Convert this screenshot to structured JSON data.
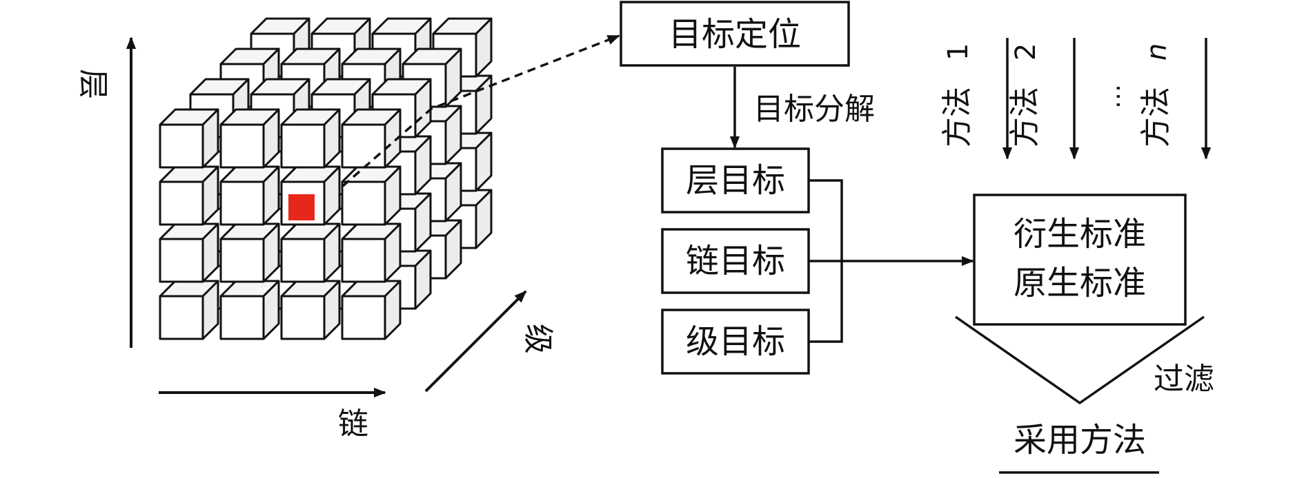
{
  "cube": {
    "axis_vertical": "层",
    "axis_horizontal": "链",
    "axis_depth": "级"
  },
  "flow": {
    "target_locate": "目标定位",
    "target_decompose": "目标分解",
    "layer_goal": "层目标",
    "chain_goal": "链目标",
    "level_goal": "级目标",
    "standards": [
      "衍生标准",
      "原生标准"
    ],
    "filter": "过滤",
    "adopted": "采用方法"
  },
  "methods": [
    {
      "label": "方法",
      "index": "1"
    },
    {
      "label": "方法",
      "index": "2"
    },
    {
      "label": "…",
      "index": ""
    },
    {
      "label": "方法",
      "index": "n"
    }
  ],
  "colors": {
    "highlight": "#e8271b",
    "cube_face": "#ffffff",
    "cube_side": "#ececec",
    "cube_top": "#f5f5f5",
    "stroke": "#111111"
  }
}
